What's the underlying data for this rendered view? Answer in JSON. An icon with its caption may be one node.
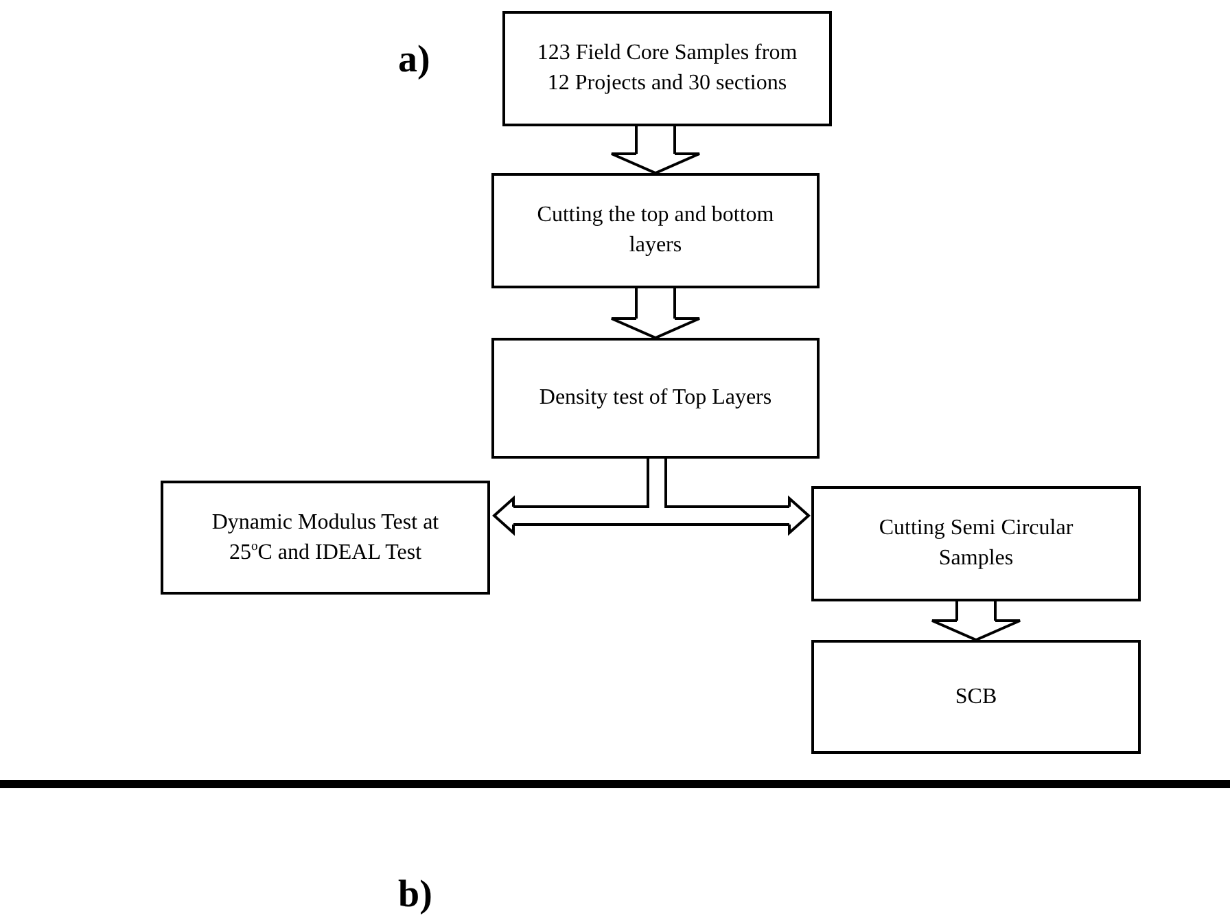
{
  "diagram": {
    "nodes": [
      {
        "text": [
          "123 Field Core Samples from 12 Projects and 30 sections"
        ]
      },
      {
        "text": [
          "Cutting the top and bottom layers"
        ]
      },
      {
        "text": [
          "Density test of Top Layers"
        ]
      },
      {
        "text": [
          "Dynamic Modulus Test at 25$^{o}$C and IDEAL Test"
        ]
      },
      {
        "text": [
          "Cutting Semi Circular Samples"
        ]
      },
      {
        "text": [
          "SCB"
        ]
      }
    ],
    "edges": [
      {
        "from": 0,
        "to": 1,
        "arrow": "to"
      },
      {
        "from": 1,
        "to": 2,
        "arrow": "to"
      },
      {
        "from": 2,
        "to": 3,
        "arrow": "to"
      },
      {
        "from": 2,
        "to": 4,
        "arrow": "to"
      },
      {
        "from": 4,
        "to": 5,
        "arrow": "to"
      }
    ],
    "labels": [
      "a)",
      "b)"
    ]
  }
}
